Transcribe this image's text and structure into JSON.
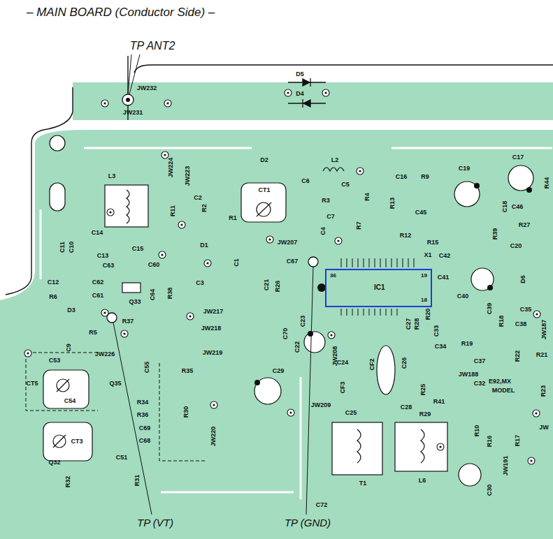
{
  "diagram": {
    "title": "– MAIN BOARD (Conductor Side) –",
    "nodes": [
      {
        "text": [
          "36",
          "19",
          "IC1",
          "18"
        ]
      }
    ],
    "labels": [
      "TP ANT2",
      "JW232",
      "JW231",
      "D5",
      "D4",
      "L3",
      "JW224",
      "JW223",
      "R11",
      "D2",
      "L2",
      "C16",
      "R9",
      "C19",
      "C17",
      "R44",
      "C2",
      "R2",
      "CT1",
      "C6",
      "C5",
      "R3",
      "R4",
      "R13",
      "C46",
      "C18",
      "R1",
      "C7",
      "C4",
      "R7",
      "C45",
      "R12",
      "R39",
      "R27",
      "C20",
      "C14",
      "C11",
      "C10",
      "C13",
      "C15",
      "C63",
      "D1",
      "JW207",
      "C67",
      "R15",
      "X1",
      "C42",
      "C60",
      "C1",
      "C12",
      "C62",
      "C3",
      "C21",
      "R26",
      "C41",
      "D6",
      "R6",
      "C61",
      "Q33",
      "C64",
      "R38",
      "C40",
      "C39",
      "D3",
      "JW217",
      "R37",
      "C23",
      "C27",
      "R28",
      "R20",
      "C33",
      "R18",
      "C35",
      "C38",
      "JW187",
      "R5",
      "JW218",
      "C70",
      "C9",
      "JW226",
      "JW219",
      "JW208",
      "C22",
      "C34",
      "R19",
      "R21",
      "C53",
      "C55",
      "R35",
      "C24",
      "CF2",
      "C26",
      "R22",
      "C37",
      "JW188",
      "E92,MX",
      "MODEL",
      "C32",
      "CT5",
      "C54",
      "Q35",
      "R34",
      "R30",
      "C29",
      "CF3",
      "R25",
      "R41",
      "R23",
      "R36",
      "C69",
      "C68",
      "JW209",
      "C25",
      "C28",
      "R29",
      "JW220",
      "R10",
      "R16",
      "R17",
      "JW",
      "CT3",
      "C51",
      "Q32",
      "R32",
      "R31",
      "JW191",
      "L6",
      "T1",
      "C30",
      "C72",
      "TP (VT)",
      "TP (GND)"
    ]
  }
}
